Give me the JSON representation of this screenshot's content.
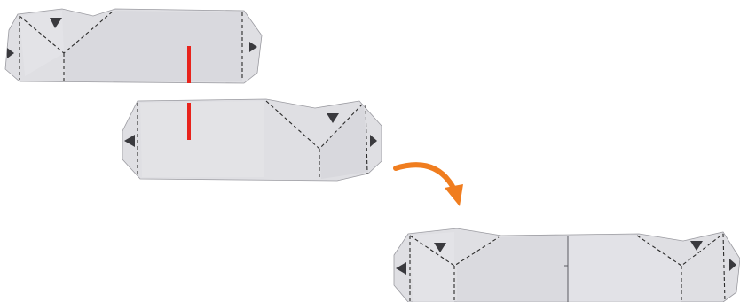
{
  "diagram": {
    "steps": [
      {
        "id": "strip-top",
        "description_visible": false
      },
      {
        "id": "strip-bottom",
        "description_visible": false
      },
      {
        "id": "strip-joined",
        "description_visible": false
      }
    ],
    "colors": {
      "paper": "#dfdfe3",
      "triangle": "#3a3a3e",
      "cut_line": "#e8231c",
      "arrow": "#f07d1f"
    },
    "icons": {
      "arrow": "curved-arrow-icon",
      "triangle": "triangle-marker-icon"
    }
  }
}
